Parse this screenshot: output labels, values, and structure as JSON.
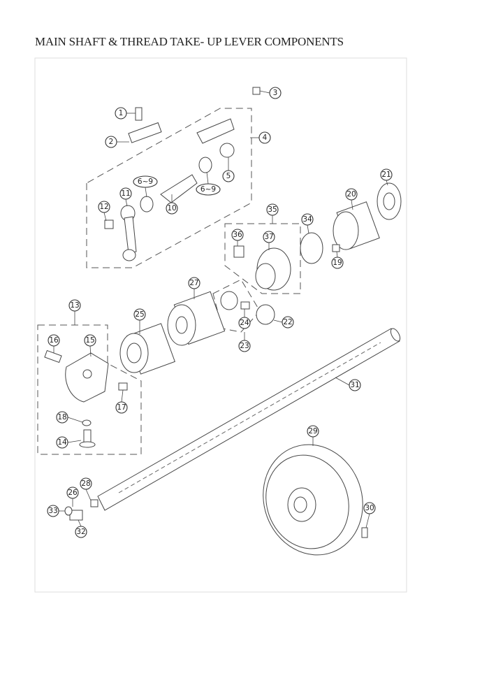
{
  "title": "MAIN SHAFT & THREAD TAKE- UP LEVER COMPONENTS",
  "callouts": [
    "1",
    "2",
    "3",
    "4",
    "5",
    "6~9",
    "6~9",
    "10",
    "11",
    "12",
    "13",
    "14",
    "15",
    "16",
    "17",
    "18",
    "19",
    "20",
    "21",
    "22",
    "23",
    "24",
    "25",
    "26",
    "27",
    "28",
    "29",
    "30",
    "31",
    "32",
    "33",
    "34",
    "35",
    "36",
    "37"
  ]
}
